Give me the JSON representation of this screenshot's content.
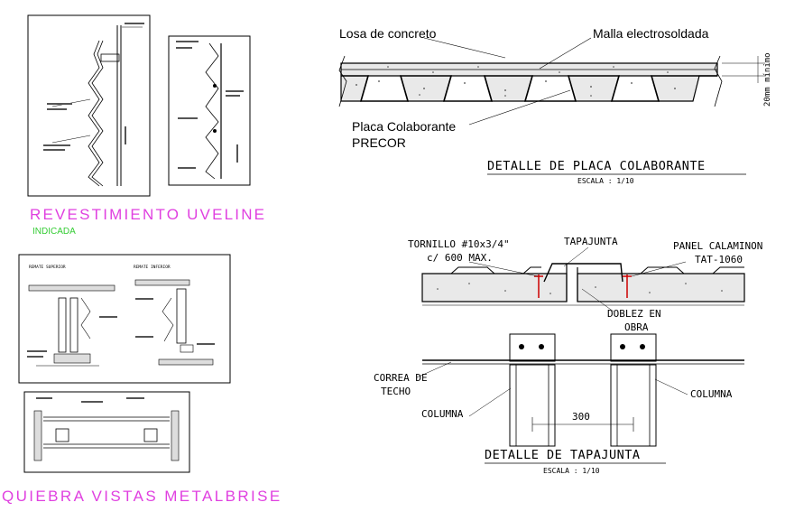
{
  "colors": {
    "line": "#000000",
    "magenta_title": "#e040e0",
    "green_label": "#33cc33",
    "concrete_fill": "#e9e9e9",
    "screw": "#cc0000"
  },
  "placa": {
    "losa_label": "Losa de concreto",
    "malla_label": "Malla electrosoldada",
    "placa_label": "Placa Colaborante",
    "precor_label": "PRECOR",
    "dim_label": "20mm mínimo",
    "title": "DETALLE DE PLACA COLABORANTE",
    "scale": "ESCALA : 1/10"
  },
  "tapajunta": {
    "tornillo_label": "TORNILLO #10x3/4\"",
    "spacing_label": "c/ 600 MAX.",
    "tapajunta_label": "TAPAJUNTA",
    "panel_label": "PANEL CALAMINON",
    "tat_label": "TAT-1060",
    "doblez_label_1": "DOBLEZ EN",
    "doblez_label_2": "OBRA",
    "correa_label_1": "CORREA DE",
    "correa_label_2": "TECHO",
    "columna_left": "COLUMNA",
    "columna_right": "COLUMNA",
    "dim_300": "300",
    "title": "DETALLE DE TAPAJUNTA",
    "scale": "ESCALA : 1/10"
  },
  "uveline": {
    "title": "REVESTIMIENTO UVELINE",
    "subtitle": "INDICADA"
  },
  "metalbrise": {
    "title": "QUIEBRA VISTAS METALBRISE",
    "remate_superior": "REMATE SUPERIOR",
    "remate_inferior": "REMATE INFERIOR"
  }
}
